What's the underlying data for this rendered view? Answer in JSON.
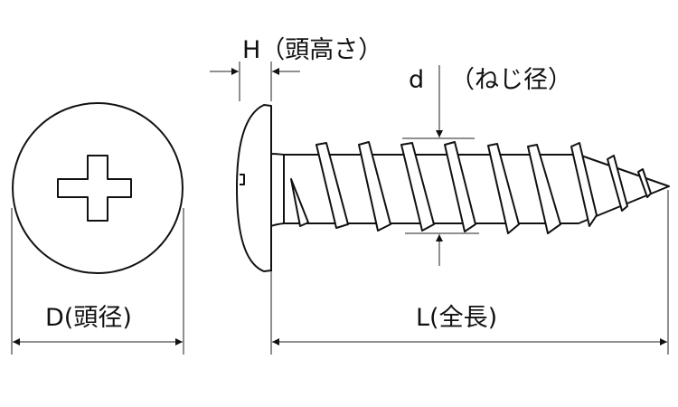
{
  "labels": {
    "head_height": "H（頭高さ）",
    "thread_symbol": "d",
    "thread_diameter": "（ねじ径）",
    "head_diameter": "D(頭径)",
    "total_length": "L(全長)"
  },
  "colors": {
    "line": "#111111",
    "background": "#ffffff"
  }
}
